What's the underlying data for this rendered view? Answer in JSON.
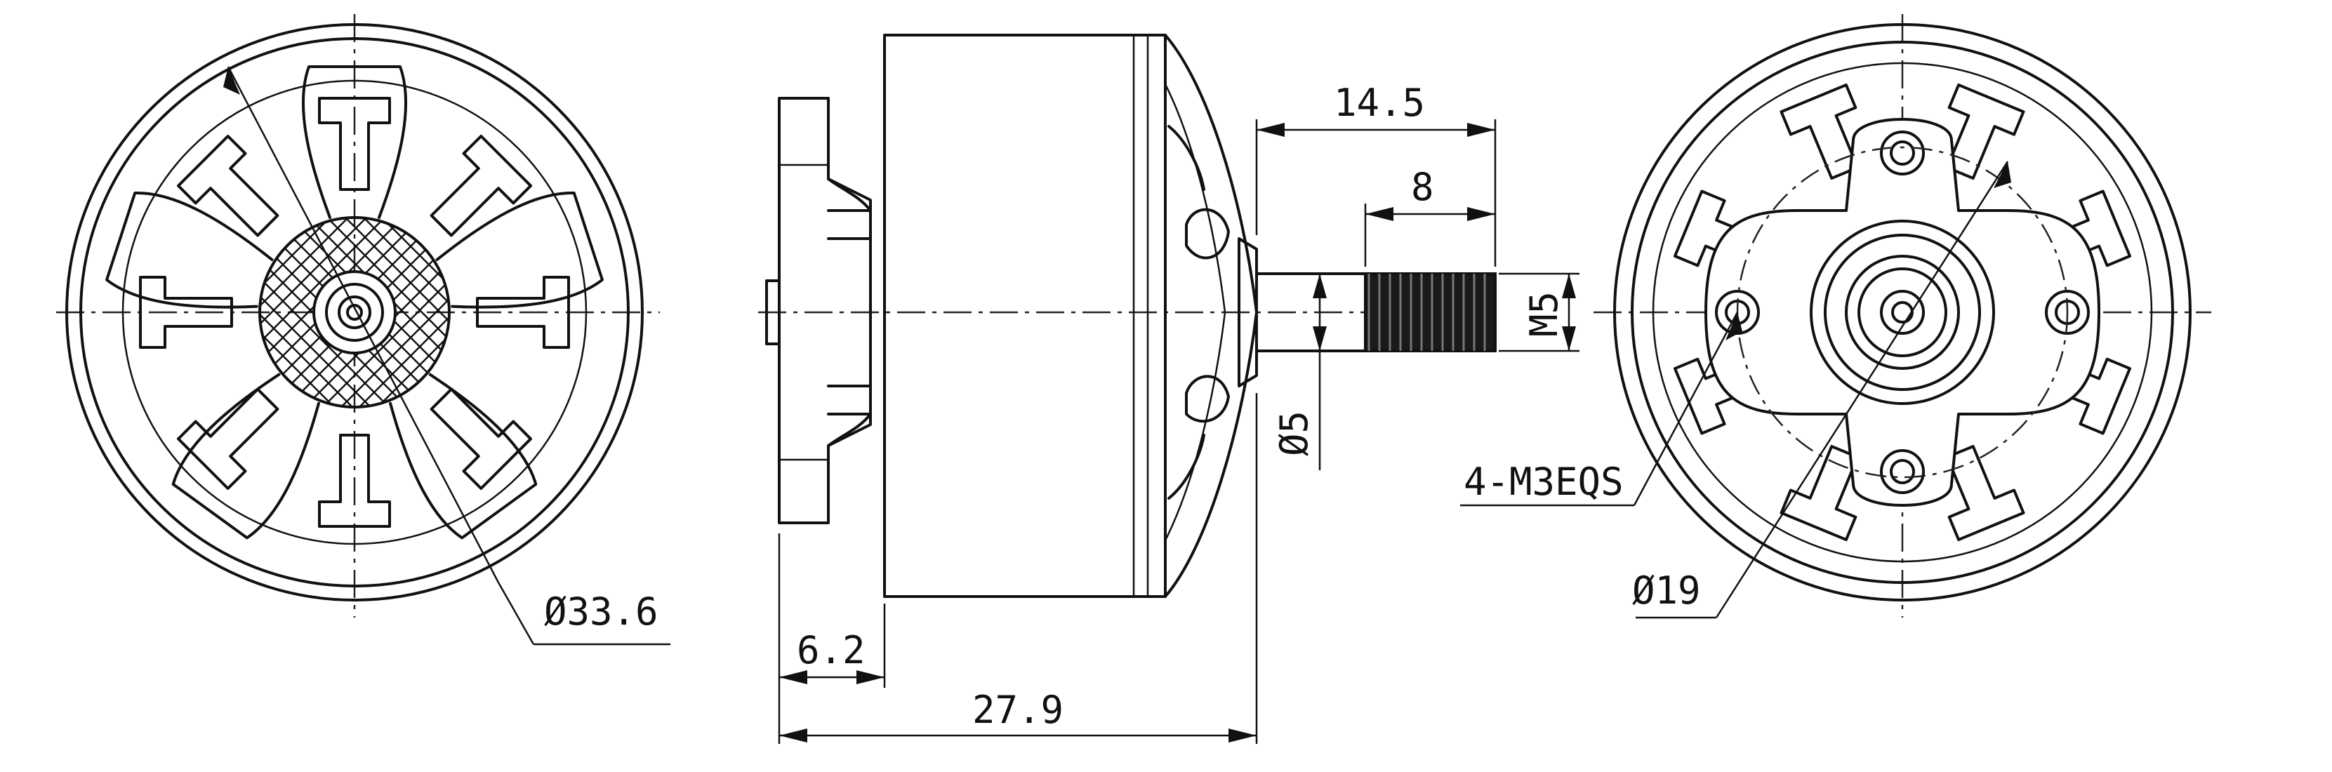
{
  "dimensions": {
    "outer_diameter": "Ø33.6",
    "base_length": "6.2",
    "overall_length": "27.9",
    "shaft_length": "14.5",
    "thread_length": "8",
    "shaft_diameter": "Ø5",
    "thread_size": "M5",
    "mounting_holes": "4-M3EQS",
    "bolt_circle": "Ø19"
  }
}
